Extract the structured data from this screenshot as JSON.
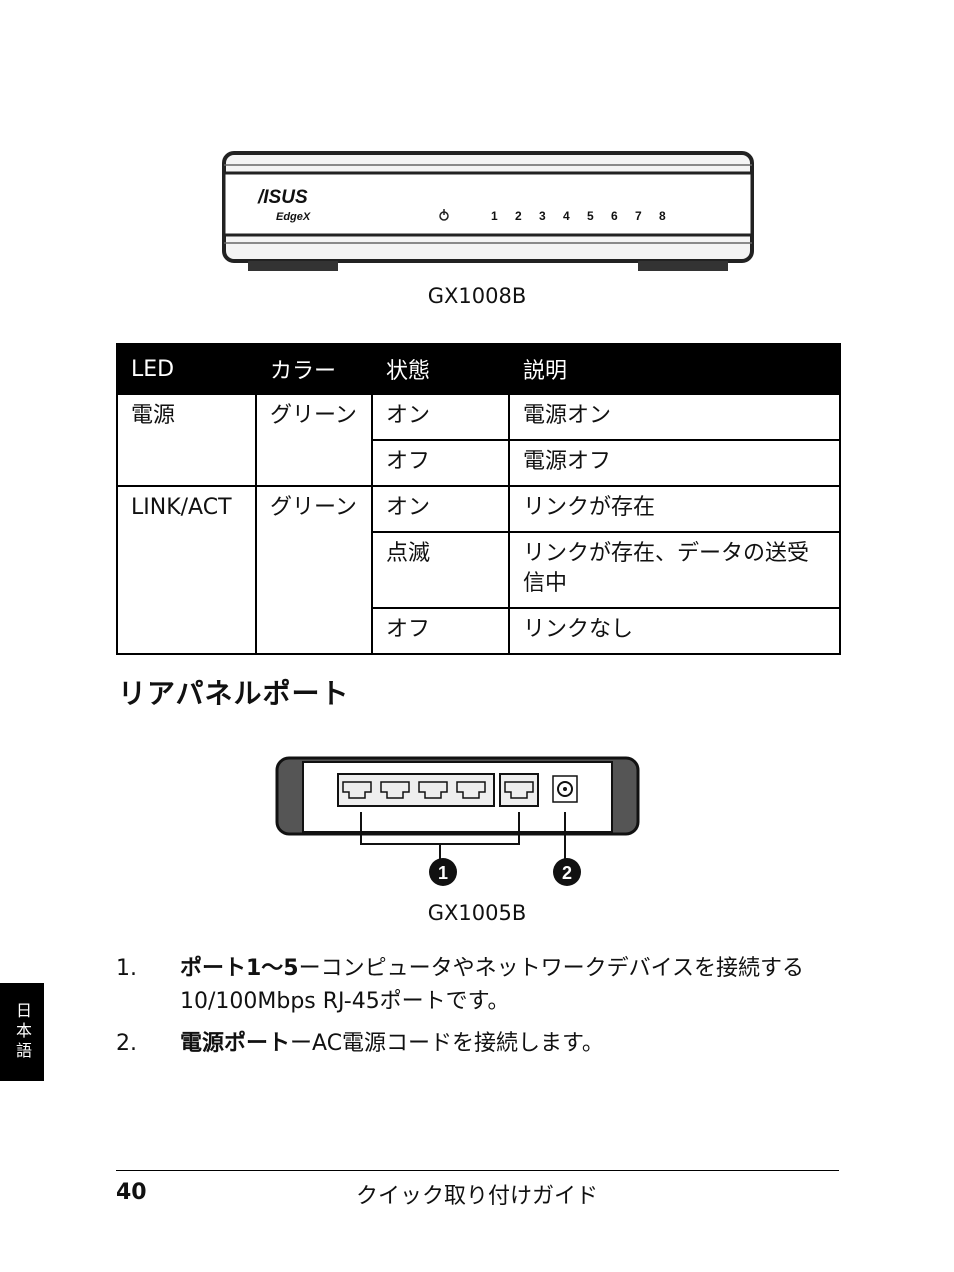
{
  "front_device": {
    "brand": "/ISUS",
    "model_logo": "EdgeX",
    "ports": [
      "1",
      "2",
      "3",
      "4",
      "5",
      "6",
      "7",
      "8"
    ],
    "caption": "GX1008B"
  },
  "led_table": {
    "headers": [
      "LED",
      "カラー",
      "状態",
      "説明"
    ],
    "power": {
      "led": "電源",
      "color": "グリーン",
      "rows": [
        {
          "state": "オン",
          "desc": "電源オン"
        },
        {
          "state": "オフ",
          "desc": "電源オフ"
        }
      ]
    },
    "link": {
      "led": "LINK/ACT",
      "color": "グリーン",
      "rows": [
        {
          "state": "オン",
          "desc": "リンクが存在"
        },
        {
          "state": "点滅",
          "desc": "リンクが存在、データの送受信中"
        },
        {
          "state": "オフ",
          "desc": "リンクなし"
        }
      ]
    }
  },
  "rear_section": {
    "heading": "リアパネルポート",
    "callout_1": "1",
    "callout_2": "2",
    "caption": "GX1005B"
  },
  "list": [
    {
      "num": "1.",
      "title": "ポート1～5",
      "dash": "ー",
      "text": "コンピュータやネットワークデバイスを接続する10/100Mbps RJ-45ポートです。"
    },
    {
      "num": "2.",
      "title": "電源ポート",
      "dash": "ー",
      "text": "AC電源コードを接続します。"
    }
  ],
  "side_tab": "日本語",
  "footer": {
    "page_number": "40",
    "title": "クイック取り付けガイド"
  }
}
